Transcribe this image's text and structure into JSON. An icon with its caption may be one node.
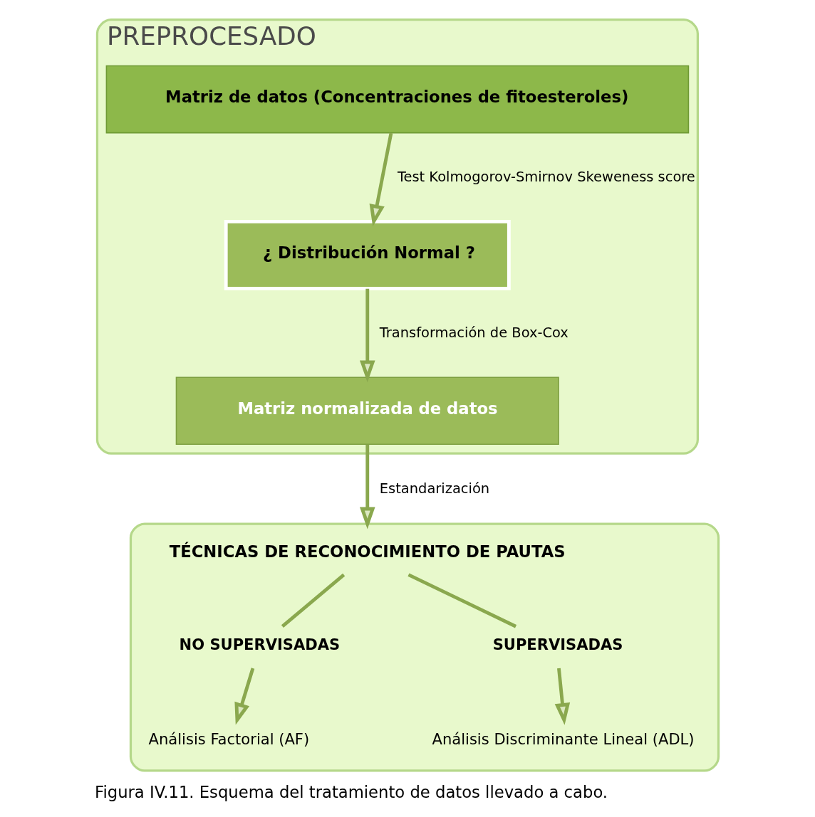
{
  "diagram": {
    "caption": "Figura IV.11. Esquema del tratamiento de datos llevado a cabo.",
    "nodes": [
      {
        "text": [
          "PREPROCESADO"
        ]
      },
      {
        "text": [
          "Matriz de datos (Concentraciones de fitoesteroles)"
        ],
        "in": 0
      },
      {
        "text": [
          "¿ Distribución Normal ?"
        ],
        "in": 0
      },
      {
        "text": [
          "Matriz normalizada de datos"
        ],
        "in": 0
      },
      {
        "text": [],
        "shape": "box"
      },
      {
        "text": [
          "TÉCNICAS DE RECONOCIMIENTO DE PAUTAS"
        ],
        "in": 4
      },
      {
        "text": [
          "NO SUPERVISADAS"
        ],
        "in": 4
      },
      {
        "text": [
          "SUPERVISADAS"
        ],
        "in": 4
      },
      {
        "text": [
          "Análisis Factorial (AF)"
        ],
        "in": 4
      },
      {
        "text": [
          "Análisis Discriminante Lineal (ADL)"
        ],
        "in": 4
      }
    ],
    "edges": [
      {
        "from": 1,
        "to": 2,
        "arrow": "to",
        "label": "Test Kolmogorov-Smirnov Skeweness score"
      },
      {
        "from": 2,
        "to": 3,
        "arrow": "to",
        "label": "Transformación de Box-Cox"
      },
      {
        "from": 3,
        "to": 4,
        "arrow": "to",
        "label": "Estandarización"
      },
      {
        "from": 5,
        "to": 6,
        "arrow": "none"
      },
      {
        "from": 5,
        "to": 7,
        "arrow": "none"
      },
      {
        "from": 6,
        "to": 8,
        "arrow": "to"
      },
      {
        "from": 7,
        "to": 9,
        "arrow": "to"
      }
    ]
  }
}
